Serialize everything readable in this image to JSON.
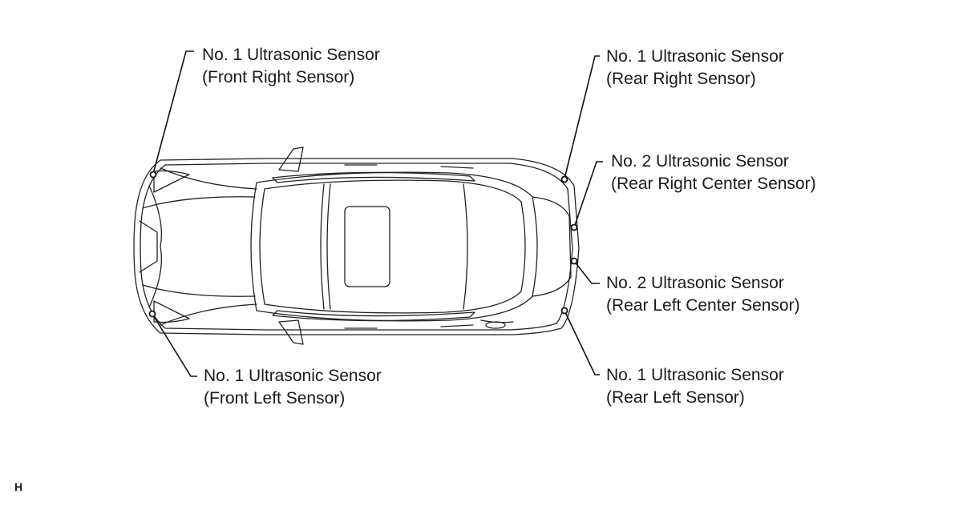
{
  "labels": {
    "front_right": {
      "line1": "No. 1 Ultrasonic Sensor",
      "line2": "(Front Right Sensor)"
    },
    "rear_right": {
      "line1": "No. 1 Ultrasonic Sensor",
      "line2": "(Rear Right Sensor)"
    },
    "rear_right_center": {
      "line1": "No. 2 Ultrasonic Sensor",
      "line2": "(Rear Right Center Sensor)"
    },
    "rear_left_center": {
      "line1": "No. 2 Ultrasonic Sensor",
      "line2": "(Rear Left Center Sensor)"
    },
    "front_left": {
      "line1": "No. 1 Ultrasonic Sensor",
      "line2": "(Front Left Sensor)"
    },
    "rear_left": {
      "line1": "No. 1 Ultrasonic Sensor",
      "line2": "(Rear Left Sensor)"
    }
  },
  "figure_code": "H",
  "colors": {
    "line": "#222222",
    "background": "#ffffff"
  }
}
